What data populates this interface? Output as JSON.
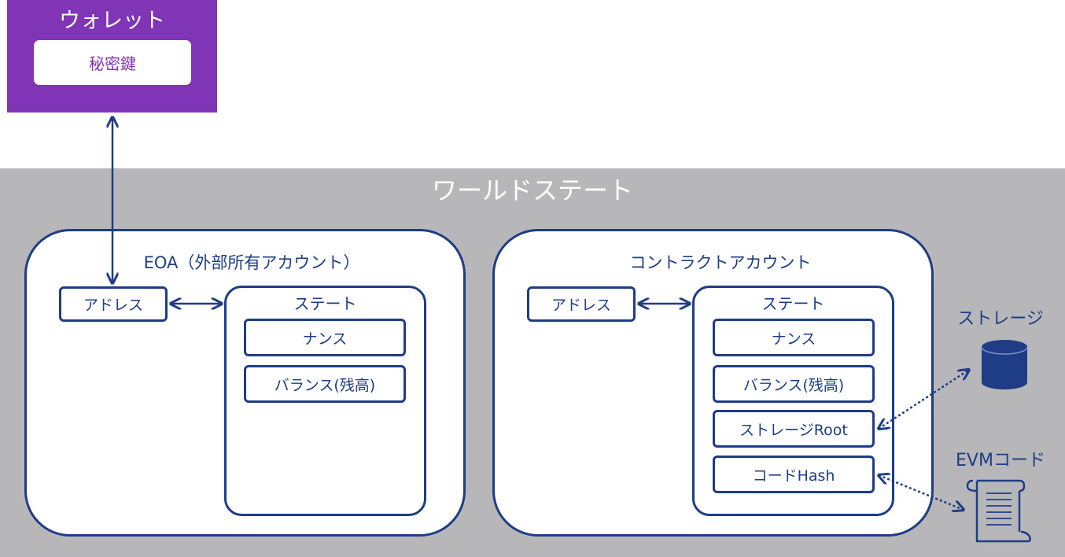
{
  "wallet": {
    "title": "ウォレット",
    "key": "秘密鍵"
  },
  "world_state": {
    "title": "ワールドステート"
  },
  "eoa": {
    "title": "EOA（外部所有アカウント）",
    "address": "アドレス",
    "state_title": "ステート",
    "fields": [
      "ナンス",
      "バランス(残高)"
    ]
  },
  "contract": {
    "title": "コントラクトアカウント",
    "address": "アドレス",
    "state_title": "ステート",
    "fields": [
      "ナンス",
      "バランス(残高)",
      "ストレージRoot",
      "コードHash"
    ]
  },
  "storage": {
    "label": "ストレージ"
  },
  "evm_code": {
    "label": "EVMコード"
  },
  "colors": {
    "wallet": "#8035b6",
    "navy": "#1f3c86",
    "world": "#b7b7ba"
  }
}
